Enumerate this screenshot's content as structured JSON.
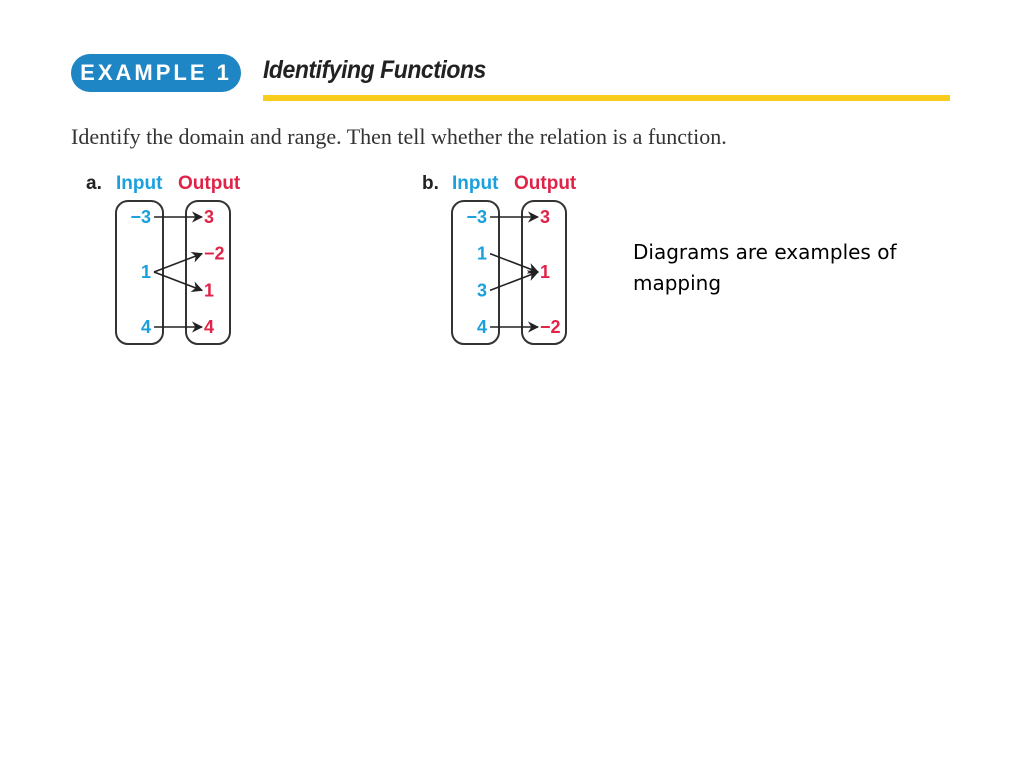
{
  "example": {
    "badge_label": "EXAMPLE 1",
    "title": "Identifying Functions",
    "accent_color": "#1e86c4",
    "rule_color": "#f7cc1c"
  },
  "instruction": "Identify the domain and range. Then tell whether the relation is a function.",
  "note": "Diagrams are examples of mapping",
  "diagrams": [
    {
      "label": "a.",
      "input_header": "Input",
      "output_header": "Output",
      "inputs": [
        "−3",
        "1",
        "4"
      ],
      "outputs": [
        "3",
        "−2",
        "1",
        "4"
      ],
      "mappings": [
        [
          0,
          0
        ],
        [
          1,
          1
        ],
        [
          1,
          2
        ],
        [
          2,
          3
        ]
      ]
    },
    {
      "label": "b.",
      "input_header": "Input",
      "output_header": "Output",
      "inputs": [
        "−3",
        "1",
        "3",
        "4"
      ],
      "outputs": [
        "3",
        "1",
        "−2"
      ],
      "mappings": [
        [
          0,
          0
        ],
        [
          1,
          1
        ],
        [
          2,
          1
        ],
        [
          3,
          2
        ]
      ]
    }
  ],
  "colors": {
    "input": "#1aa0dc",
    "output": "#e02448"
  }
}
